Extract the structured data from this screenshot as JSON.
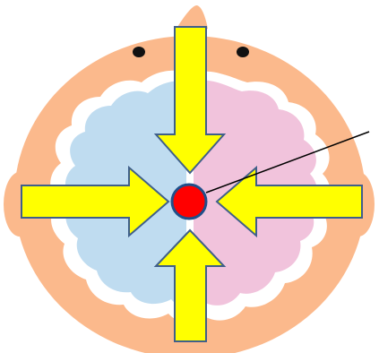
{
  "colors": {
    "background": "#ffffff",
    "head_skin": "#fbb98c",
    "brain_left": "#bfdcf0",
    "brain_right": "#f1c3dc",
    "brain_outline": "#ffffff",
    "eye": "#111111",
    "arrow_fill": "#ffff00",
    "arrow_stroke": "#3f5f8a",
    "center_dot_fill": "#ff0000",
    "center_dot_stroke": "#1f4f8a",
    "pointer_line": "#000000"
  },
  "icons": {
    "head": "cartoon-head-top-view",
    "brain": "brain-top-view",
    "arrows": "inward-pointing-arrows",
    "center_point": "red-dot-marker",
    "pointer": "leader-line"
  },
  "labels": {}
}
